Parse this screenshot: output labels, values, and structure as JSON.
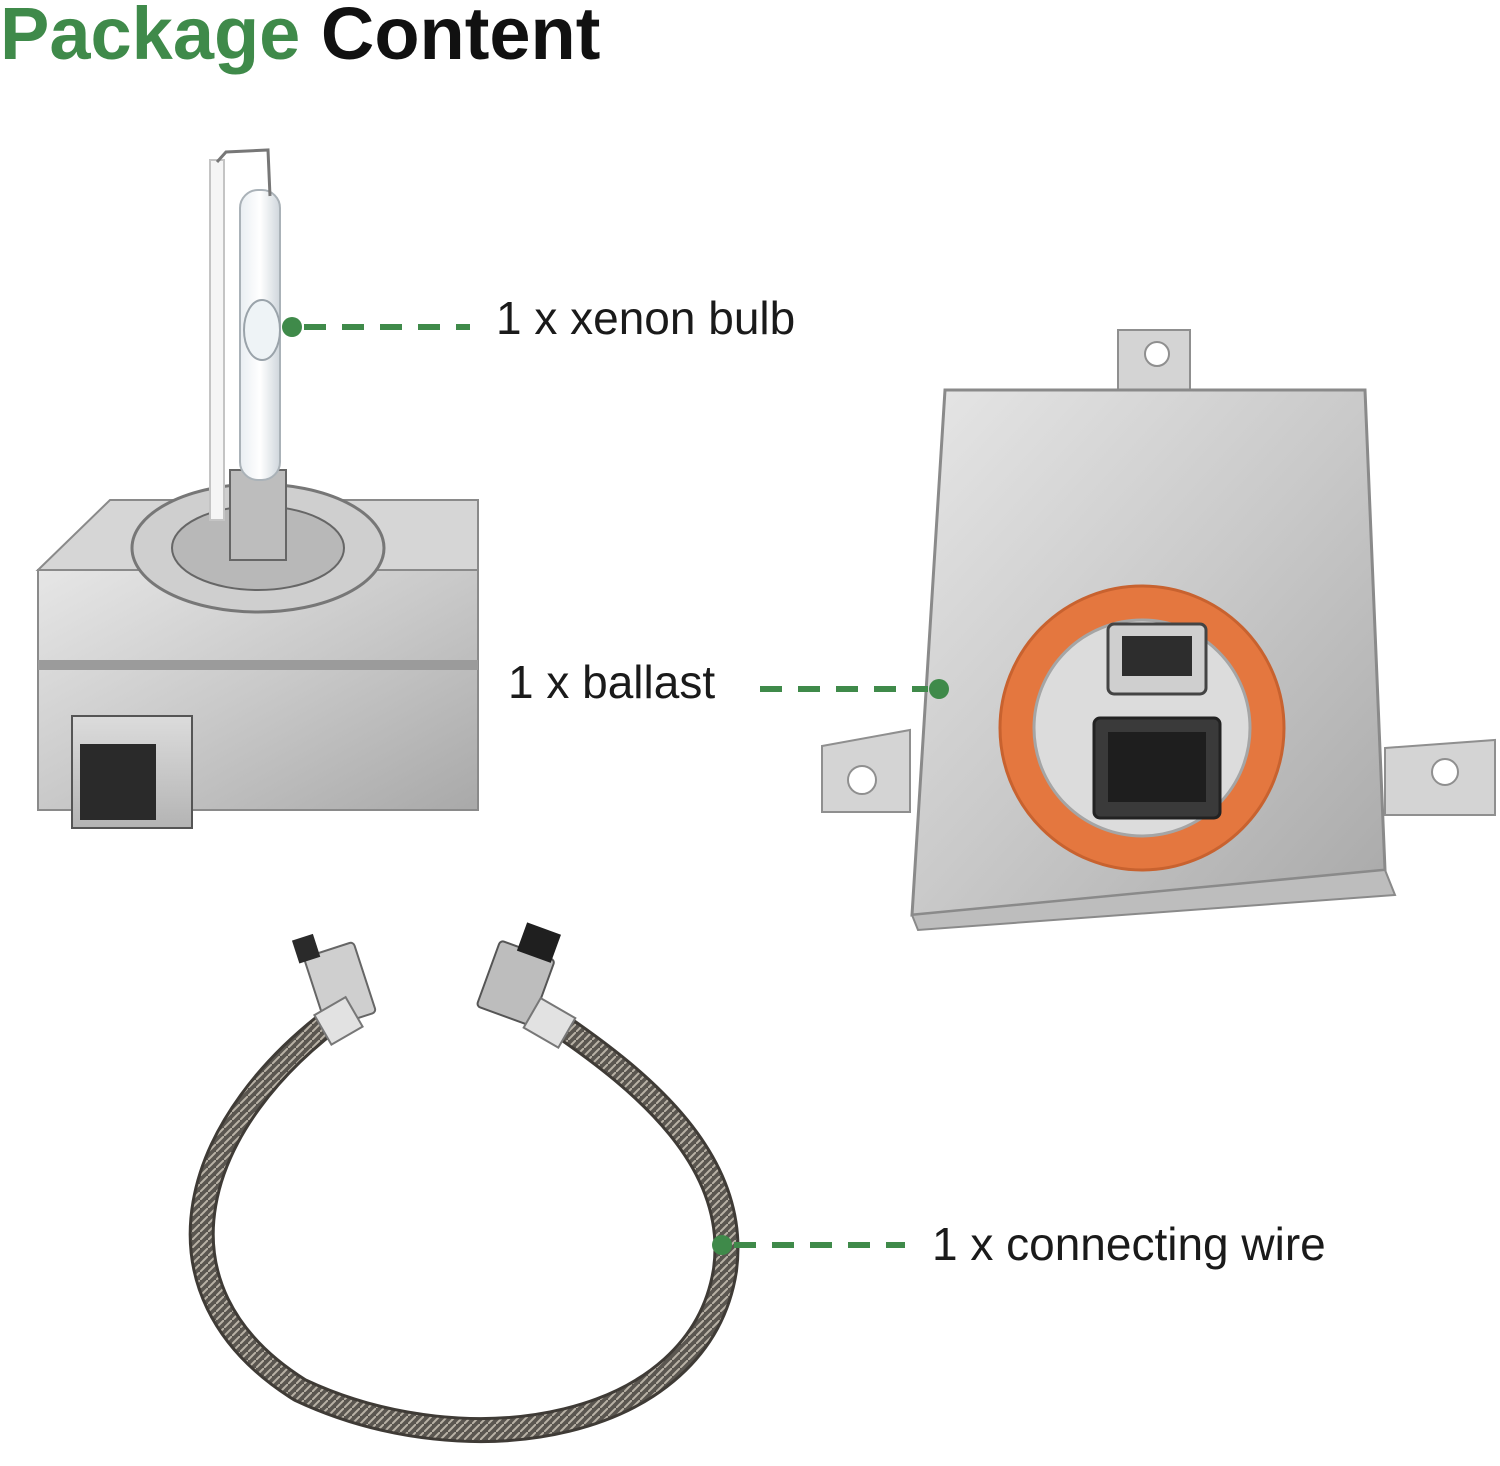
{
  "title": {
    "word1": "Package",
    "word2": "Content"
  },
  "items": [
    {
      "label": "1 x xenon bulb"
    },
    {
      "label": "1 x ballast"
    },
    {
      "label": "1 x connecting wire"
    }
  ],
  "colors": {
    "accent": "#3f8a4a",
    "text": "#1a1a1a",
    "seal": "#e4773f"
  }
}
